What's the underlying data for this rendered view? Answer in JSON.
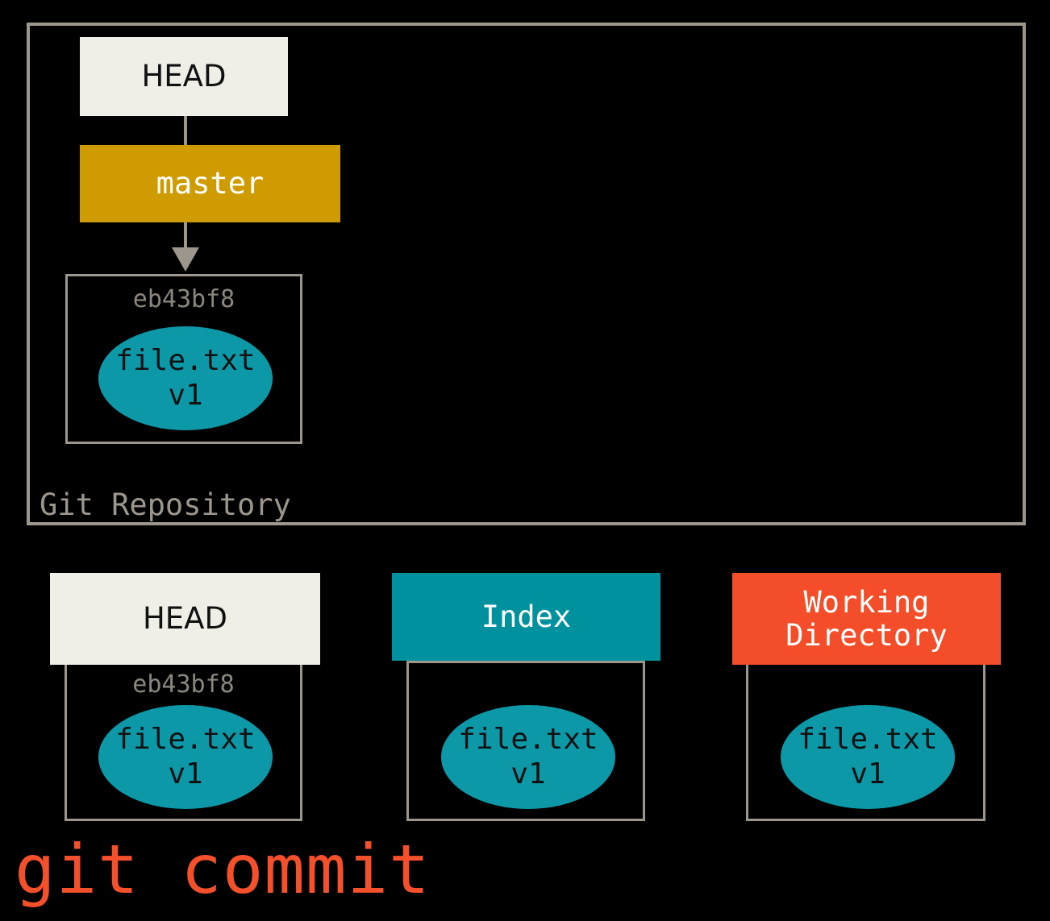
{
  "diagram": {
    "caption": "git commit",
    "caption_color": "#f4502b",
    "background_color": "#000000",
    "line_color": "#9c968c"
  },
  "repository": {
    "label": "Git Repository",
    "head": {
      "label": "HEAD",
      "bg_color": "#efefe8",
      "text_color": "#111111"
    },
    "branch": {
      "label": "master",
      "bg_color": "#cf9c00",
      "text_color": "#ffffff"
    },
    "commit": {
      "sha": "eb43bf8",
      "sha_color": "#8c877e",
      "file": {
        "name": "file.txt",
        "version": "v1",
        "color": "#0d98a8"
      }
    }
  },
  "areas": [
    {
      "title": "HEAD",
      "header_bg": "#efefe8",
      "header_text_color": "#111111",
      "header_font": "sans",
      "sha": "eb43bf8",
      "file": {
        "name": "file.txt",
        "version": "v1",
        "color": "#0d98a8"
      }
    },
    {
      "title": "Index",
      "header_bg": "#00919e",
      "header_text_color": "#ffffff",
      "header_font": "mono",
      "sha": "",
      "file": {
        "name": "file.txt",
        "version": "v1",
        "color": "#0d98a8"
      }
    },
    {
      "title": "Working\nDirectory",
      "header_bg": "#f44d29",
      "header_text_color": "#ffffff",
      "header_font": "mono",
      "sha": "",
      "file": {
        "name": "file.txt",
        "version": "v1",
        "color": "#0d98a8"
      }
    }
  ]
}
